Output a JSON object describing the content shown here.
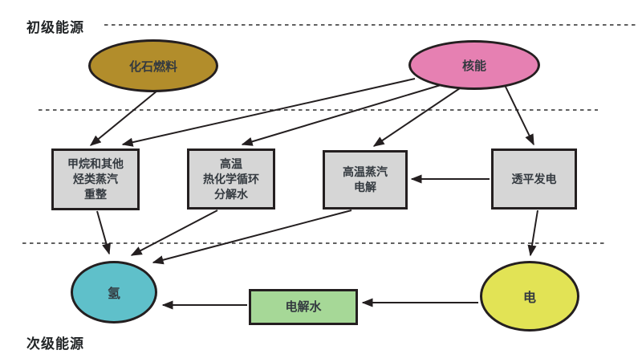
{
  "figure": {
    "type": "flow-diagram",
    "description_tiers": [
      "primary-energy",
      "conversion-processes",
      "secondary-energy"
    ]
  },
  "tiers": {
    "primary": "初级能源",
    "secondary": "次级能源"
  },
  "nodes": {
    "fossil": {
      "label": "化石燃料",
      "shape": "ellipse",
      "fill": "#b28d2b"
    },
    "nuclear": {
      "label": "核能",
      "shape": "ellipse",
      "fill": "#e680b2"
    },
    "reforming": {
      "lines": [
        "甲烷和其他",
        "烃类蒸汽",
        "重整"
      ],
      "shape": "rect",
      "fill": "#d6d6d6"
    },
    "thermochemical": {
      "lines": [
        "高温",
        "热化学循环",
        "分解水"
      ],
      "shape": "rect",
      "fill": "#d6d6d6"
    },
    "steam_electrolysis": {
      "lines": [
        "高温蒸汽",
        "电解"
      ],
      "shape": "rect",
      "fill": "#d6d6d6"
    },
    "turbine": {
      "label": "透平发电",
      "shape": "rect",
      "fill": "#d6d6d6"
    },
    "hydrogen": {
      "label": "氢",
      "shape": "ellipse",
      "fill": "#5fc0ca"
    },
    "water_electrolysis": {
      "label": "电解水",
      "shape": "rect",
      "fill": "#a6d897"
    },
    "electricity": {
      "label": "电",
      "shape": "ellipse",
      "fill": "#e2e355"
    }
  },
  "edges": [
    {
      "from": "fossil",
      "to": "reforming"
    },
    {
      "from": "nuclear",
      "to": "reforming"
    },
    {
      "from": "nuclear",
      "to": "thermochemical"
    },
    {
      "from": "nuclear",
      "to": "steam_electrolysis"
    },
    {
      "from": "nuclear",
      "to": "turbine"
    },
    {
      "from": "reforming",
      "to": "hydrogen"
    },
    {
      "from": "thermochemical",
      "to": "hydrogen"
    },
    {
      "from": "steam_electrolysis",
      "to": "hydrogen"
    },
    {
      "from": "turbine",
      "to": "steam_electrolysis"
    },
    {
      "from": "turbine",
      "to": "electricity"
    },
    {
      "from": "electricity",
      "to": "water_electrolysis"
    },
    {
      "from": "water_electrolysis",
      "to": "hydrogen"
    }
  ],
  "colors": {
    "fossil_fuel": "#b28d2b",
    "nuclear": "#e680b2",
    "process_box": "#d6d6d6",
    "hydrogen": "#5fc0ca",
    "water_electrolysis": "#a6d897",
    "electricity": "#e2e355",
    "outline_and_arrows": "#241f20",
    "divider_dashed": "#4a4a4a",
    "background": "#ffffff"
  }
}
